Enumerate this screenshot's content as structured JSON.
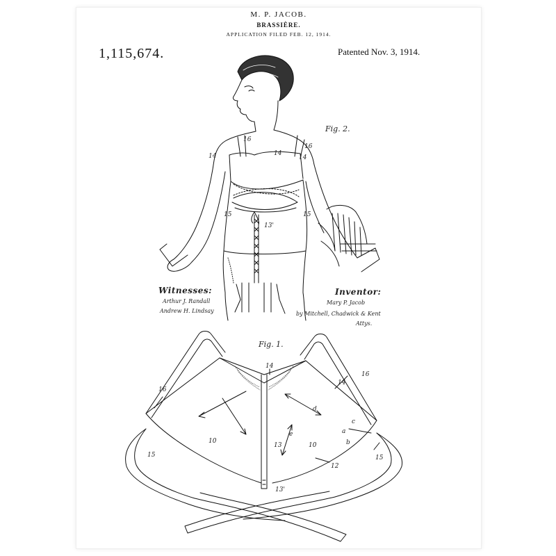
{
  "header": {
    "inventor": "M. P. JACOB.",
    "title": "BRASSIÈRE.",
    "filed": "APPLICATION FILED FEB. 12, 1914.",
    "patent_number": "1,115,674.",
    "patent_date": "Patented Nov. 3, 1914."
  },
  "figures": {
    "fig2_label": "Fig. 2.",
    "fig1_label": "Fig. 1."
  },
  "signatures": {
    "witnesses_heading": "Witnesses:",
    "witness_1": "Arthur J. Randall",
    "witness_2": "Andrew H. Lindsay",
    "inventor_heading": "Inventor:",
    "inventor_name": "Mary P. Jacob",
    "attorneys": "by Mitchell, Chadwick & Kent",
    "attys": "Attys."
  },
  "ref_numerals": {
    "fig2": [
      "16",
      "14",
      "14",
      "16",
      "14",
      "15",
      "15",
      "13'"
    ],
    "fig1": [
      "14",
      "16",
      "14",
      "16",
      "d",
      "c",
      "a",
      "b",
      "e",
      "10",
      "10",
      "13",
      "15",
      "15",
      "12",
      "13'"
    ]
  },
  "colors": {
    "ink": "#111111",
    "paper": "#ffffff",
    "frame": "#eeeeee"
  }
}
